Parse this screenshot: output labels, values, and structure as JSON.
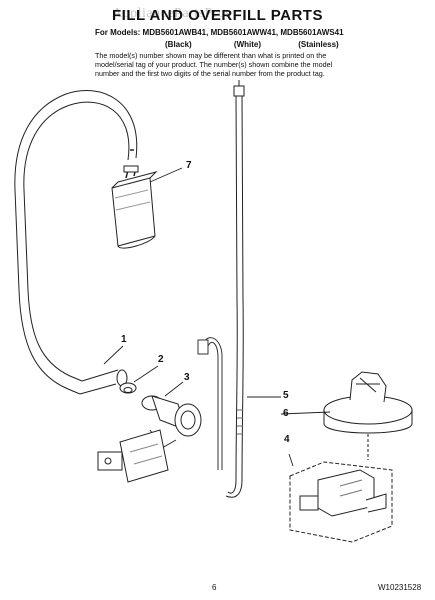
{
  "watermark": "AppliancePartsPros",
  "header": {
    "title": "FILL AND OVERFILL PARTS",
    "models": "For Models: MDB5601AWB41, MDB5601AWW41, MDB5601AWS41",
    "colors": [
      "(Black)",
      "(White)",
      "(Stainless)"
    ],
    "note": "The model(s) number shown may be different than what is printed on the model/serial tag of your product. The number(s) shown combine the model number and the first two digits of the serial number from the product tag."
  },
  "callouts": [
    "1",
    "2",
    "3",
    "4",
    "5",
    "6",
    "7"
  ],
  "footer": {
    "page_number": "6",
    "part_number": "W10231528"
  }
}
